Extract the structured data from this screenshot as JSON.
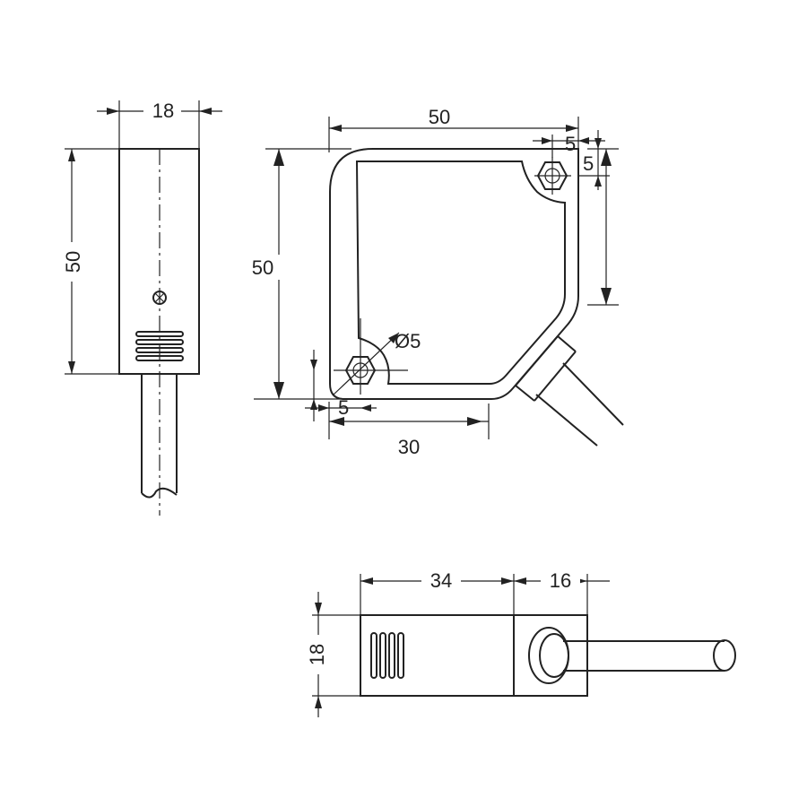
{
  "dimensions": {
    "side_width": "18",
    "side_height": "50",
    "front_width": "50",
    "front_height": "50",
    "hole_right_offset": "5",
    "hole_top_offset": "5",
    "hole_diameter": "Ø5",
    "hole_bottom_offset": "5",
    "hole_spacing_x": "30",
    "bottom_body_length": "34",
    "bottom_connector_length": "16",
    "bottom_height": "18"
  }
}
